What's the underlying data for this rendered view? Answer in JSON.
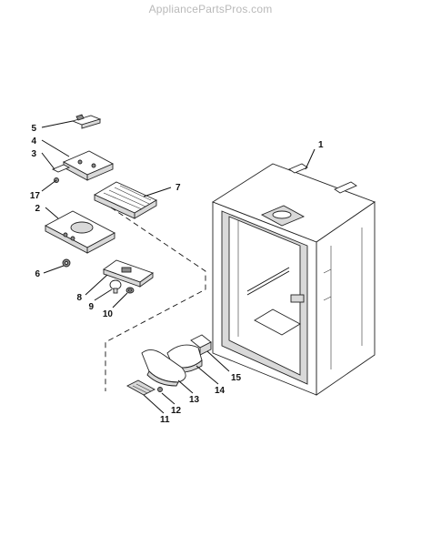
{
  "watermark": "AppliancePartsPros.com",
  "callouts": {
    "c1": "1",
    "c2": "2",
    "c3": "3",
    "c4": "4",
    "c5": "5",
    "c6": "6",
    "c7": "7",
    "c8": "8",
    "c9": "9",
    "c10": "10",
    "c11": "11",
    "c12": "12",
    "c13": "13",
    "c14": "14",
    "c15": "15",
    "c17": "17"
  }
}
